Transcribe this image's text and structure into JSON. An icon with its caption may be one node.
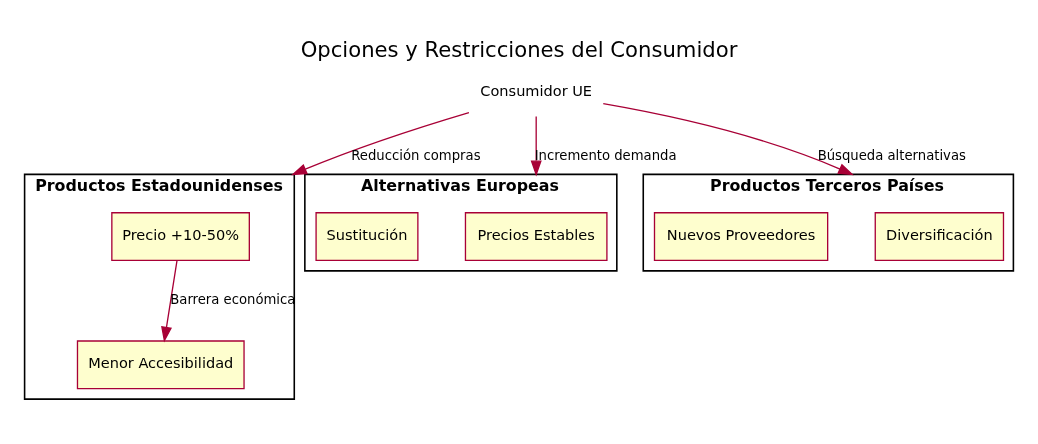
{
  "diagram": {
    "title": "Opciones y Restricciones del Consumidor",
    "nodes": [
      {
        "text": [
          "Consumidor UE"
        ]
      },
      {
        "text": [
          "Productos Estadounidenses"
        ]
      },
      {
        "text": [
          "Precio +10-50%"
        ],
        "in": 1
      },
      {
        "text": [
          "Menor Accesibilidad"
        ],
        "in": 1
      },
      {
        "text": [
          "Alternativas Europeas"
        ]
      },
      {
        "text": [
          "Precios Estables"
        ],
        "in": 4
      },
      {
        "text": [
          "Sustitución"
        ],
        "in": 4
      },
      {
        "text": [
          "Productos Terceros Países"
        ]
      },
      {
        "text": [
          "Diversificación"
        ],
        "in": 7
      },
      {
        "text": [
          "Nuevos Proveedores"
        ],
        "in": 7
      }
    ],
    "edges": [
      {
        "from": 0,
        "to": 1,
        "arrow": "to",
        "label": "Reducción compras"
      },
      {
        "from": 0,
        "to": 4,
        "arrow": "to",
        "label": "Incremento demanda"
      },
      {
        "from": 0,
        "to": 7,
        "arrow": "to",
        "label": "Búsqueda alternativas"
      },
      {
        "from": 2,
        "to": 3,
        "arrow": "to",
        "label": "Barrera económica"
      }
    ]
  }
}
